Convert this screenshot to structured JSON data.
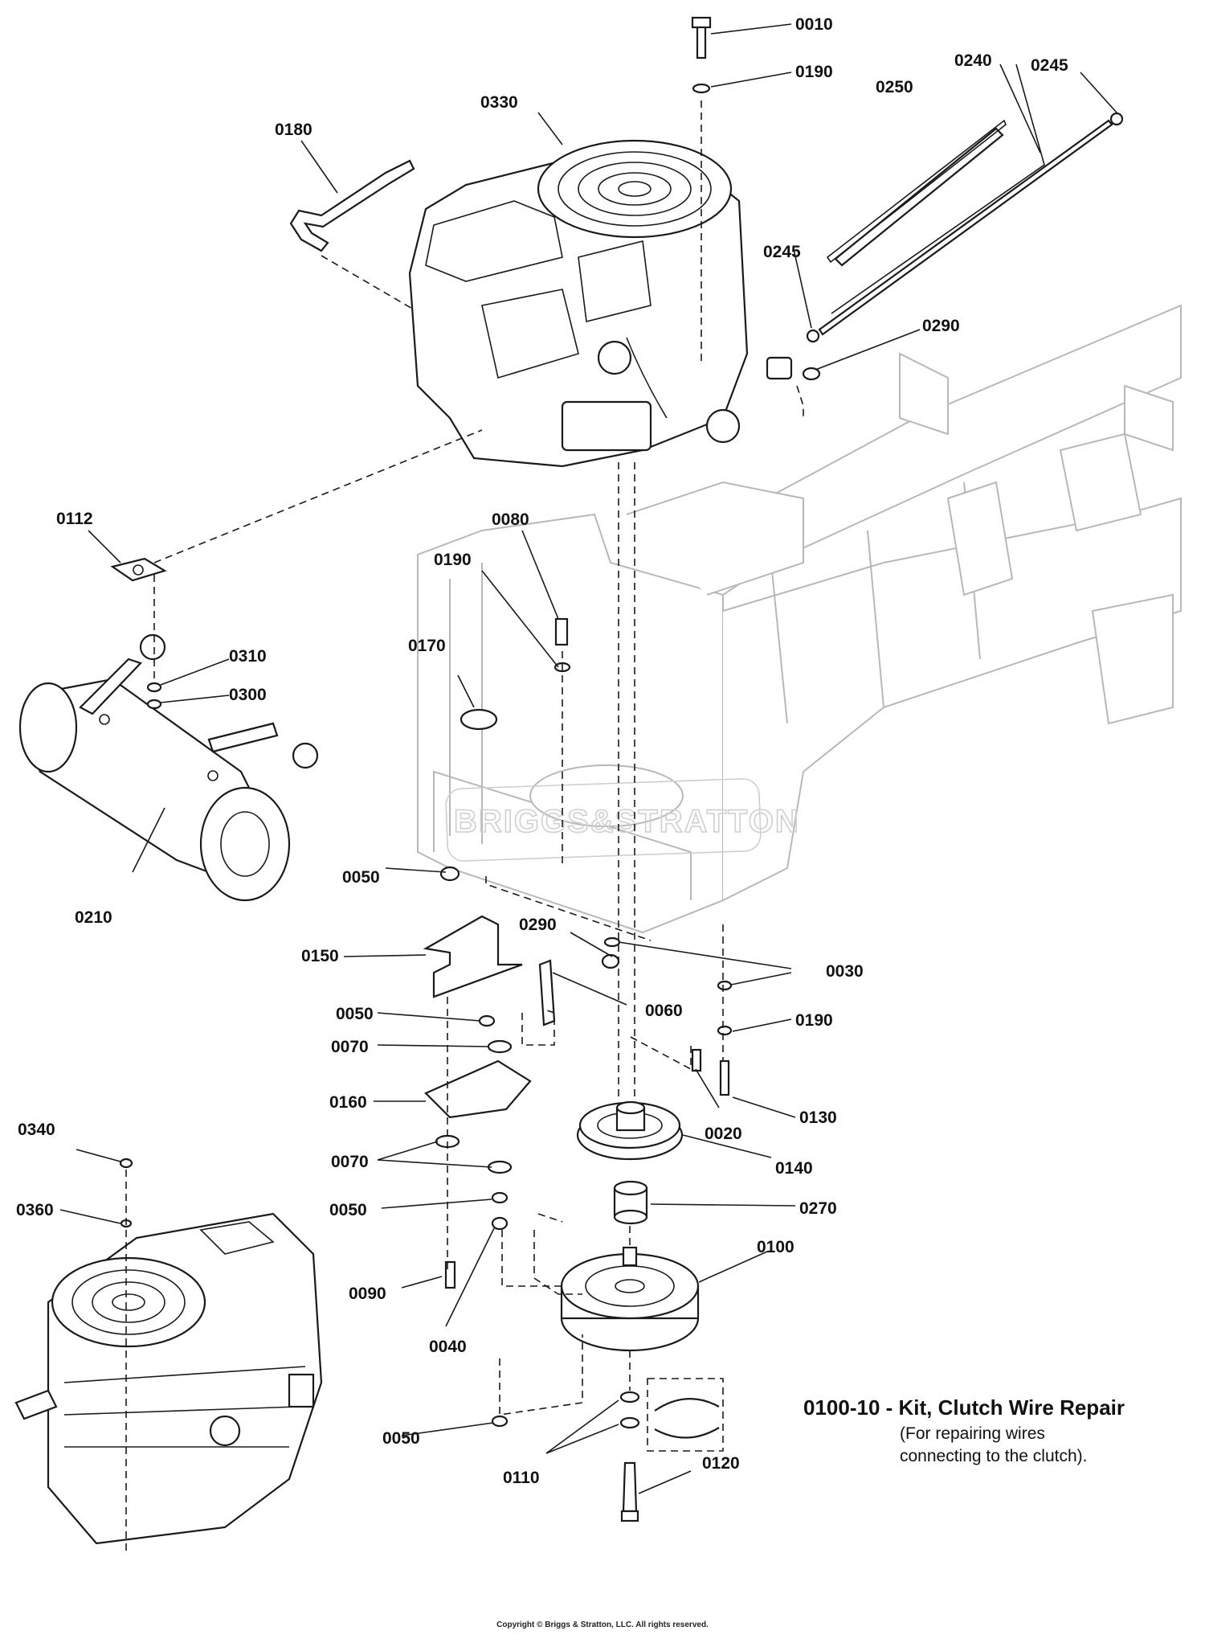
{
  "watermark": "BRIGGS&STRATTON",
  "callouts": [
    {
      "id": "c0010",
      "text": "0010"
    },
    {
      "id": "c0190a",
      "text": "0190"
    },
    {
      "id": "c0240",
      "text": "0240"
    },
    {
      "id": "c0245a",
      "text": "0245"
    },
    {
      "id": "c0250",
      "text": "0250"
    },
    {
      "id": "c0330",
      "text": "0330"
    },
    {
      "id": "c0180",
      "text": "0180"
    },
    {
      "id": "c0245b",
      "text": "0245"
    },
    {
      "id": "c0290a",
      "text": "0290"
    },
    {
      "id": "c0112",
      "text": "0112"
    },
    {
      "id": "c0080",
      "text": "0080"
    },
    {
      "id": "c0190b",
      "text": "0190"
    },
    {
      "id": "c0170",
      "text": "0170"
    },
    {
      "id": "c0310",
      "text": "0310"
    },
    {
      "id": "c0300",
      "text": "0300"
    },
    {
      "id": "c0050a",
      "text": "0050"
    },
    {
      "id": "c0210",
      "text": "0210"
    },
    {
      "id": "c0290b",
      "text": "0290"
    },
    {
      "id": "c0150",
      "text": "0150"
    },
    {
      "id": "c0030",
      "text": "0030"
    },
    {
      "id": "c0060",
      "text": "0060"
    },
    {
      "id": "c0050b",
      "text": "0050"
    },
    {
      "id": "c0190c",
      "text": "0190"
    },
    {
      "id": "c0070a",
      "text": "0070"
    },
    {
      "id": "c0160",
      "text": "0160"
    },
    {
      "id": "c0130",
      "text": "0130"
    },
    {
      "id": "c0020",
      "text": "0020"
    },
    {
      "id": "c0340",
      "text": "0340"
    },
    {
      "id": "c0070b",
      "text": "0070"
    },
    {
      "id": "c0140",
      "text": "0140"
    },
    {
      "id": "c0360",
      "text": "0360"
    },
    {
      "id": "c0050c",
      "text": "0050"
    },
    {
      "id": "c0270",
      "text": "0270"
    },
    {
      "id": "c0100",
      "text": "0100"
    },
    {
      "id": "c0090",
      "text": "0090"
    },
    {
      "id": "c0040",
      "text": "0040"
    },
    {
      "id": "c0050d",
      "text": "0050"
    },
    {
      "id": "c0110",
      "text": "0110"
    },
    {
      "id": "c0120",
      "text": "0120"
    }
  ],
  "note": {
    "code": "0100-10",
    "title": " - Kit, Clutch Wire Repair",
    "line1": "(For repairing wires",
    "line2": "connecting to the clutch)."
  },
  "copyright": "Copyright © Briggs & Stratton, LLC. All rights reserved."
}
